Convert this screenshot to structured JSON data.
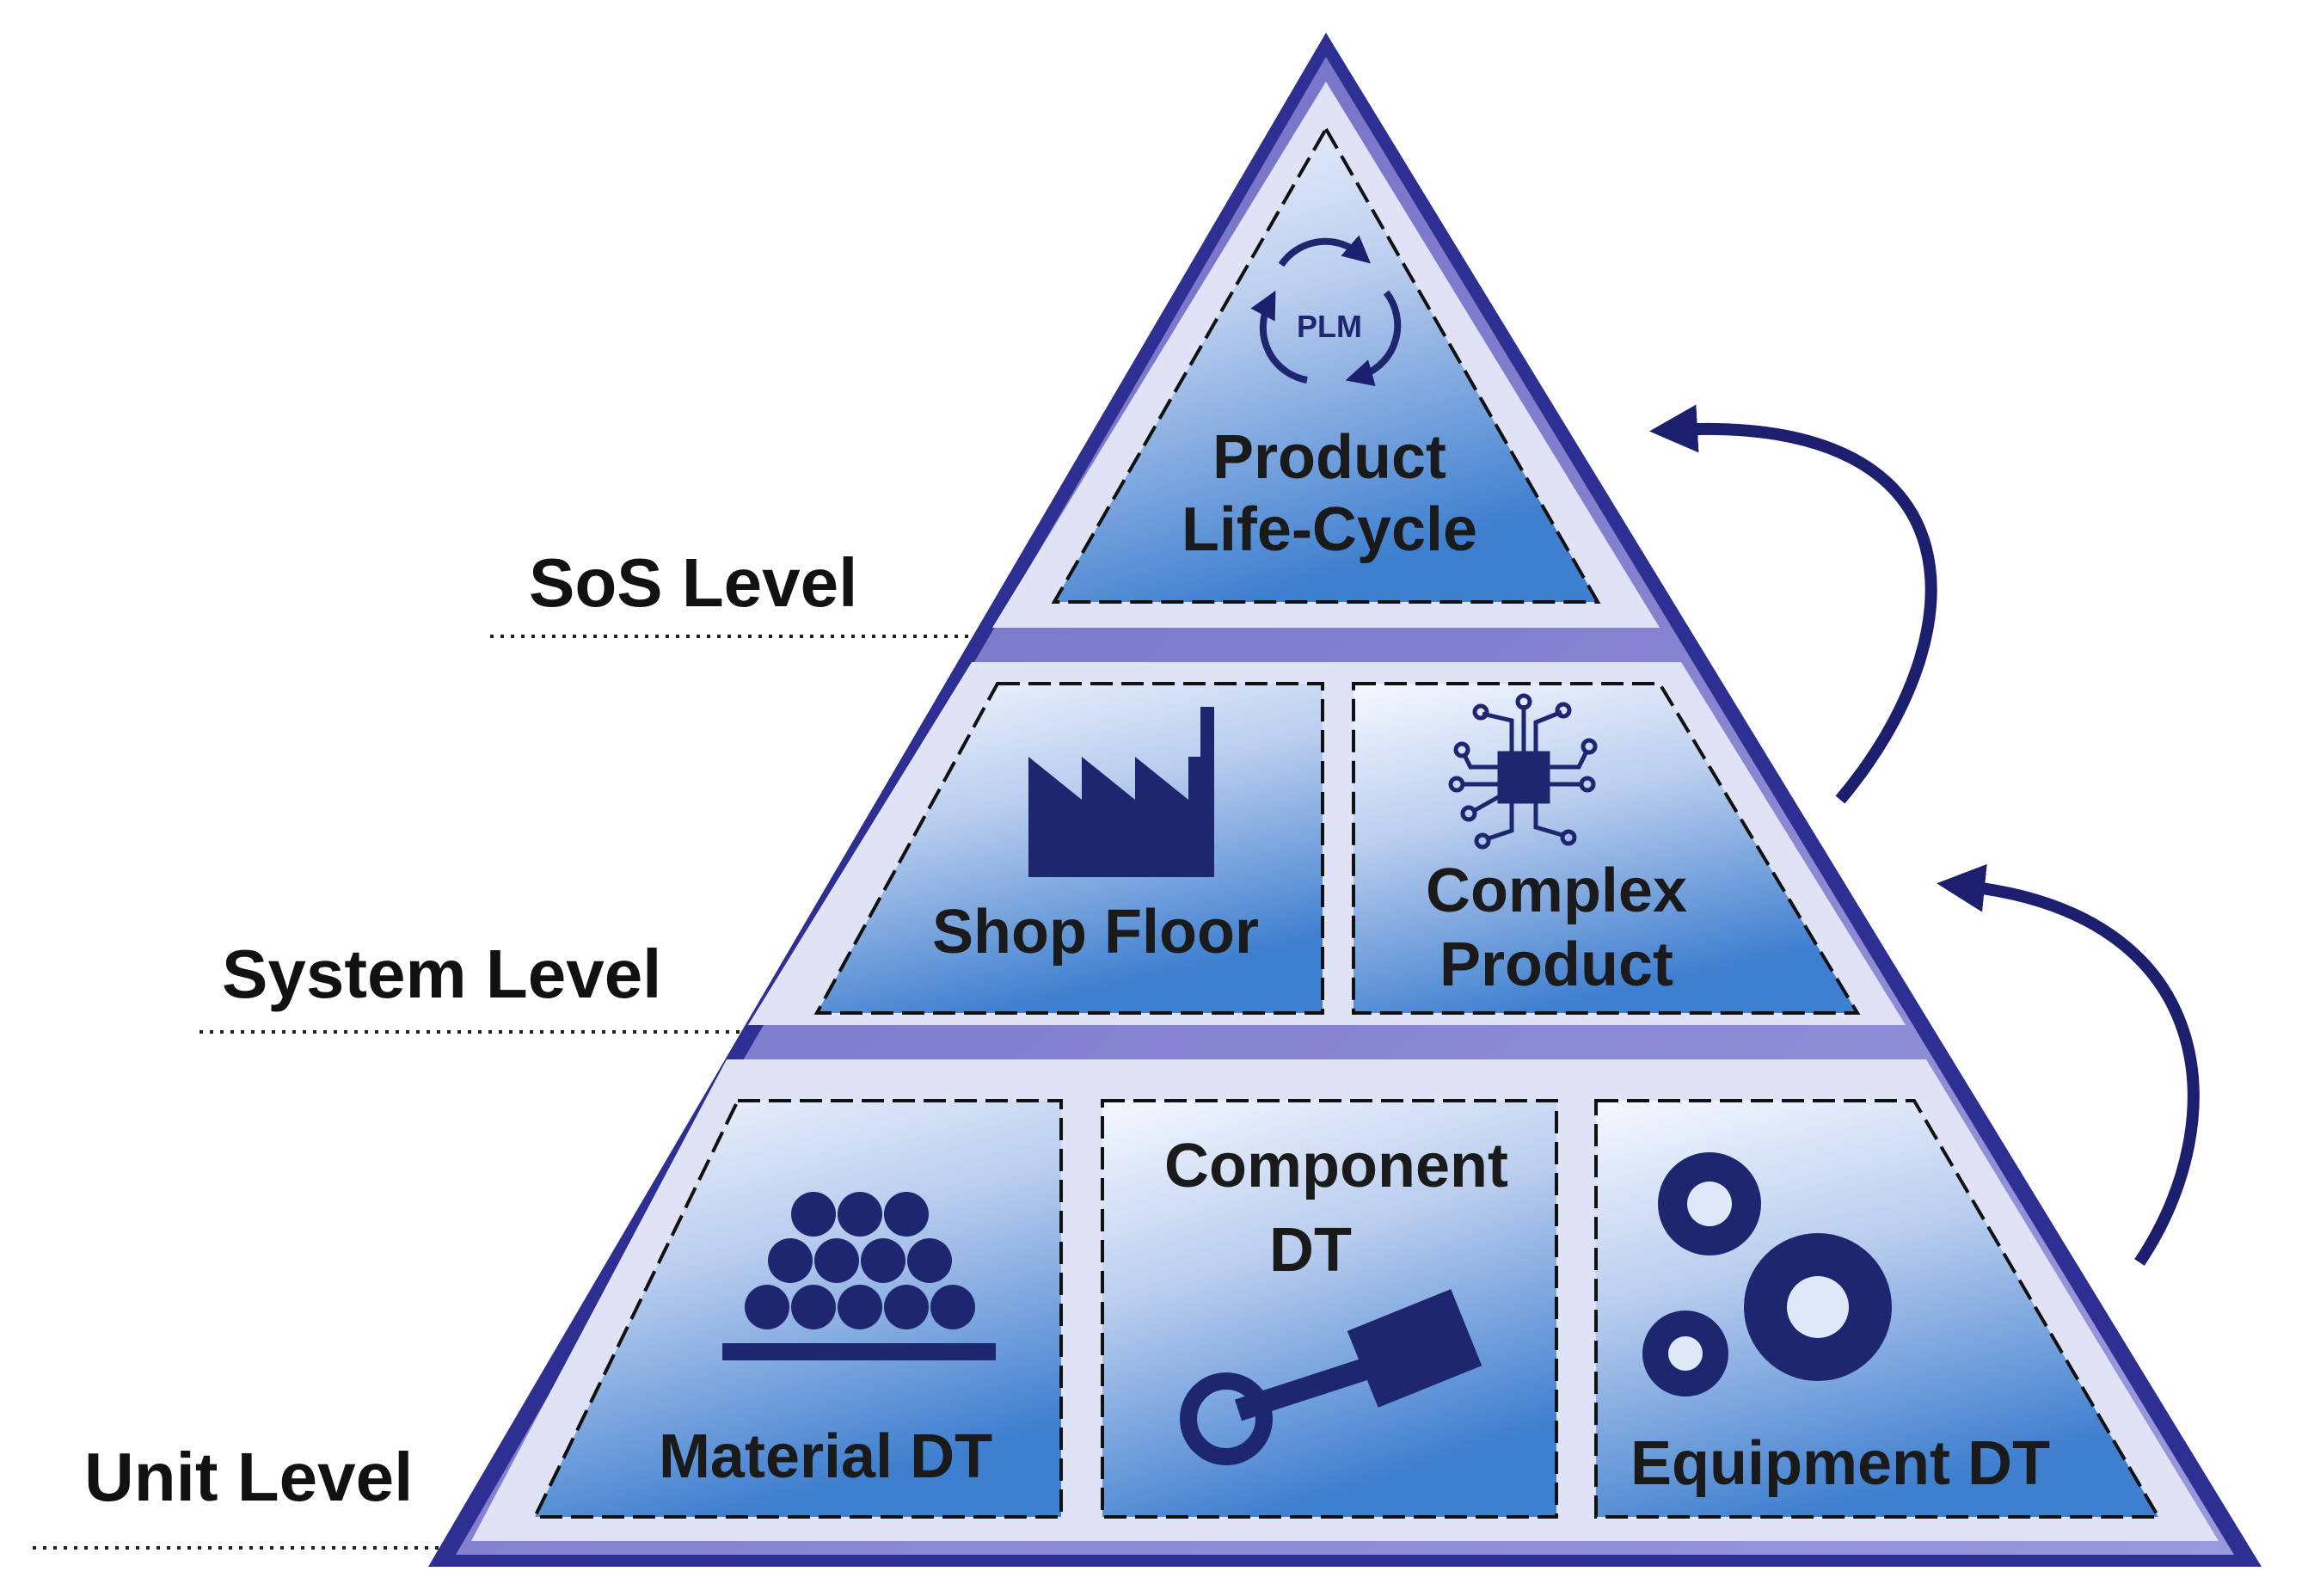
{
  "levels": {
    "sos": "SoS Level",
    "system": "System Level",
    "unit": "Unit Level"
  },
  "blocks": {
    "product_lifecycle": {
      "icon_label": "PLM",
      "line1": "Product",
      "line2": "Life-Cycle"
    },
    "shop_floor": {
      "label": "Shop Floor"
    },
    "complex_product": {
      "line1": "Complex",
      "line2": "Product"
    },
    "material_dt": {
      "label": "Material DT"
    },
    "component_dt": {
      "line1": "Component",
      "line2": "DT"
    },
    "equipment_dt": {
      "label": "Equipment DT"
    }
  },
  "icons": [
    "plm-cycle-icon",
    "factory-icon",
    "circuit-chip-icon",
    "stacked-bars-icon",
    "piston-rod-icon",
    "gears-icon"
  ],
  "colors": {
    "outline": "#2e2f93",
    "band": "#8582cf",
    "gap": "#dfe3f5",
    "panel_light": "#f4f7ff",
    "panel_dark": "#3f7fcf",
    "icon": "#1f2670",
    "arrow": "#1c1f6e"
  }
}
